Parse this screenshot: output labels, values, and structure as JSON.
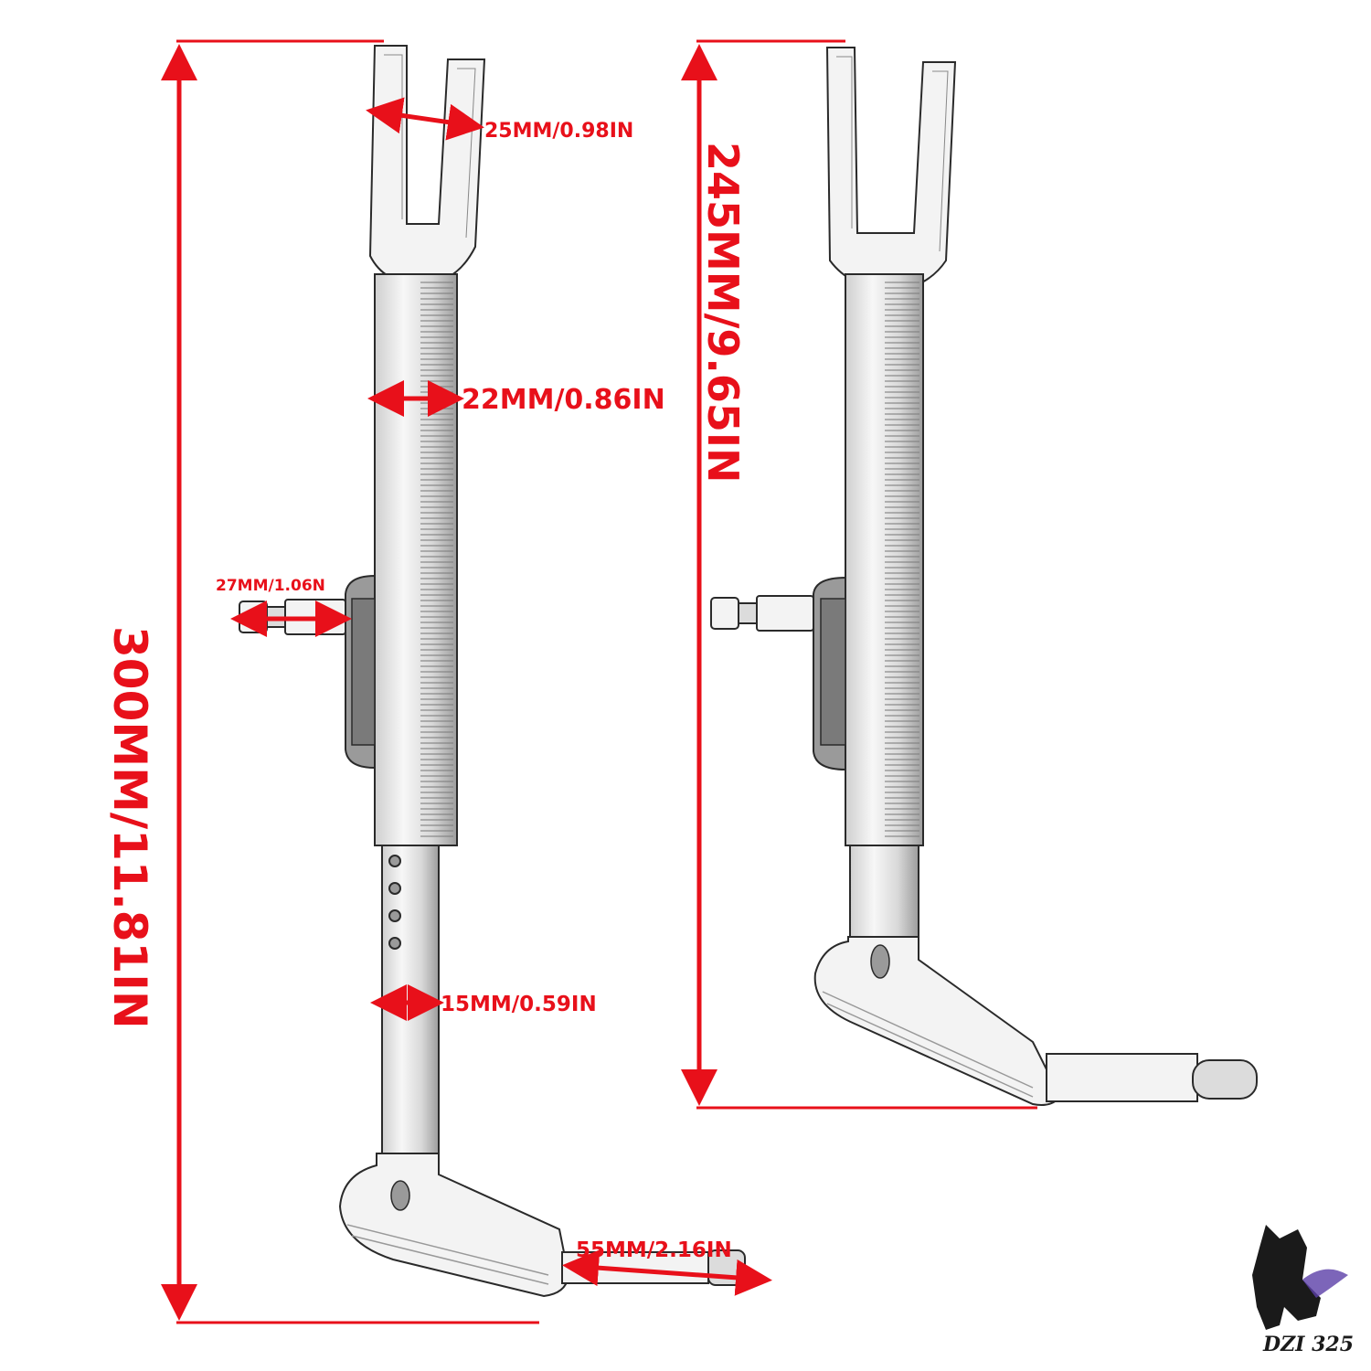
{
  "dimensions": {
    "fork_width": "25MM/0.98IN",
    "tube_width": "22MM/0.86IN",
    "pin_length": "27MM/1.06N",
    "lower_rod_width": "15MM/0.59IN",
    "foot_extension": "55MM/2.16IN",
    "total_length": "300MM/11.81IN",
    "retracted_length": "245MM/9.65IN"
  },
  "logo": {
    "text": "DZI 325"
  },
  "colors": {
    "dimension": "#e8101a",
    "metal": "#e6e6e6",
    "outline": "#2a2a2a"
  }
}
